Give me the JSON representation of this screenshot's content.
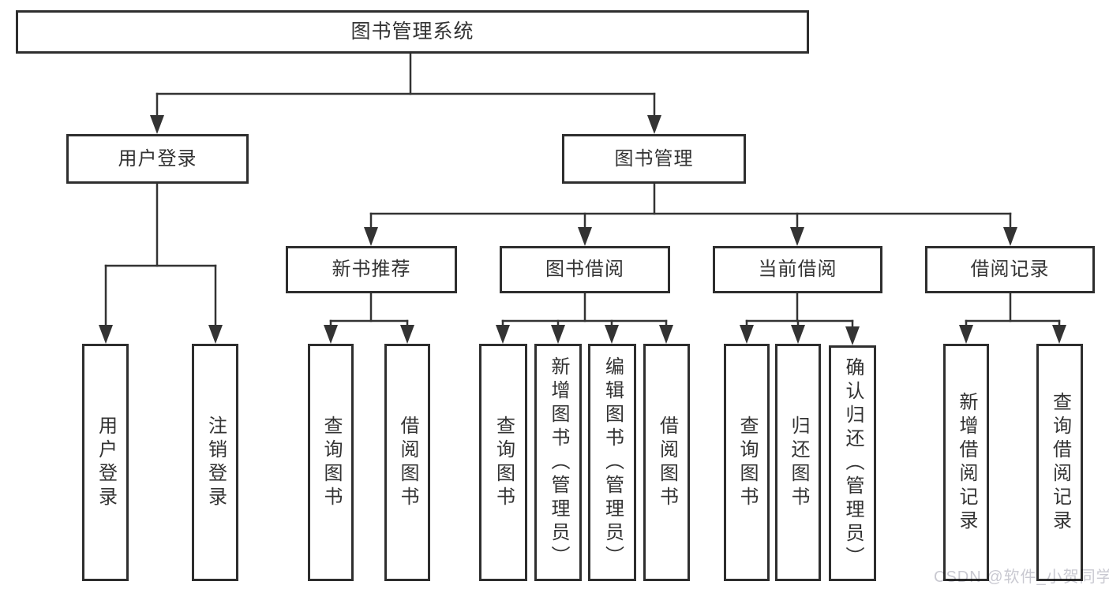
{
  "colors": {
    "line": "#333333",
    "box_border": "#2e2e2e",
    "text": "#333333",
    "background": "#ffffff",
    "watermark": "#c9c9d1"
  },
  "diagram": {
    "root": {
      "label": "图书管理系统"
    },
    "level1": {
      "user_login": {
        "label": "用户登录",
        "children": {
          "login": {
            "label": "用户登录"
          },
          "logout": {
            "label": "注销登录"
          }
        }
      },
      "book_mgmt": {
        "label": "图书管理",
        "children": {
          "new_book": {
            "label": "新书推荐",
            "children": {
              "query": {
                "label": "查询图书"
              },
              "borrow": {
                "label": "借阅图书"
              }
            }
          },
          "borrowing": {
            "label": "图书借阅",
            "children": {
              "query": {
                "label": "查询图书"
              },
              "add": {
                "label": "新增图书（管理员）"
              },
              "edit": {
                "label": "编辑图书（管理员）"
              },
              "borrow": {
                "label": "借阅图书"
              }
            }
          },
          "current": {
            "label": "当前借阅",
            "children": {
              "query": {
                "label": "查询图书"
              },
              "return": {
                "label": "归还图书"
              },
              "confirm": {
                "label": "确认归还（管理员）"
              }
            }
          },
          "records": {
            "label": "借阅记录",
            "children": {
              "add": {
                "label": "新增借阅记录"
              },
              "query": {
                "label": "查询借阅记录"
              }
            }
          }
        }
      }
    }
  },
  "watermark": {
    "text": "CSDN @软件_小贺同学"
  }
}
